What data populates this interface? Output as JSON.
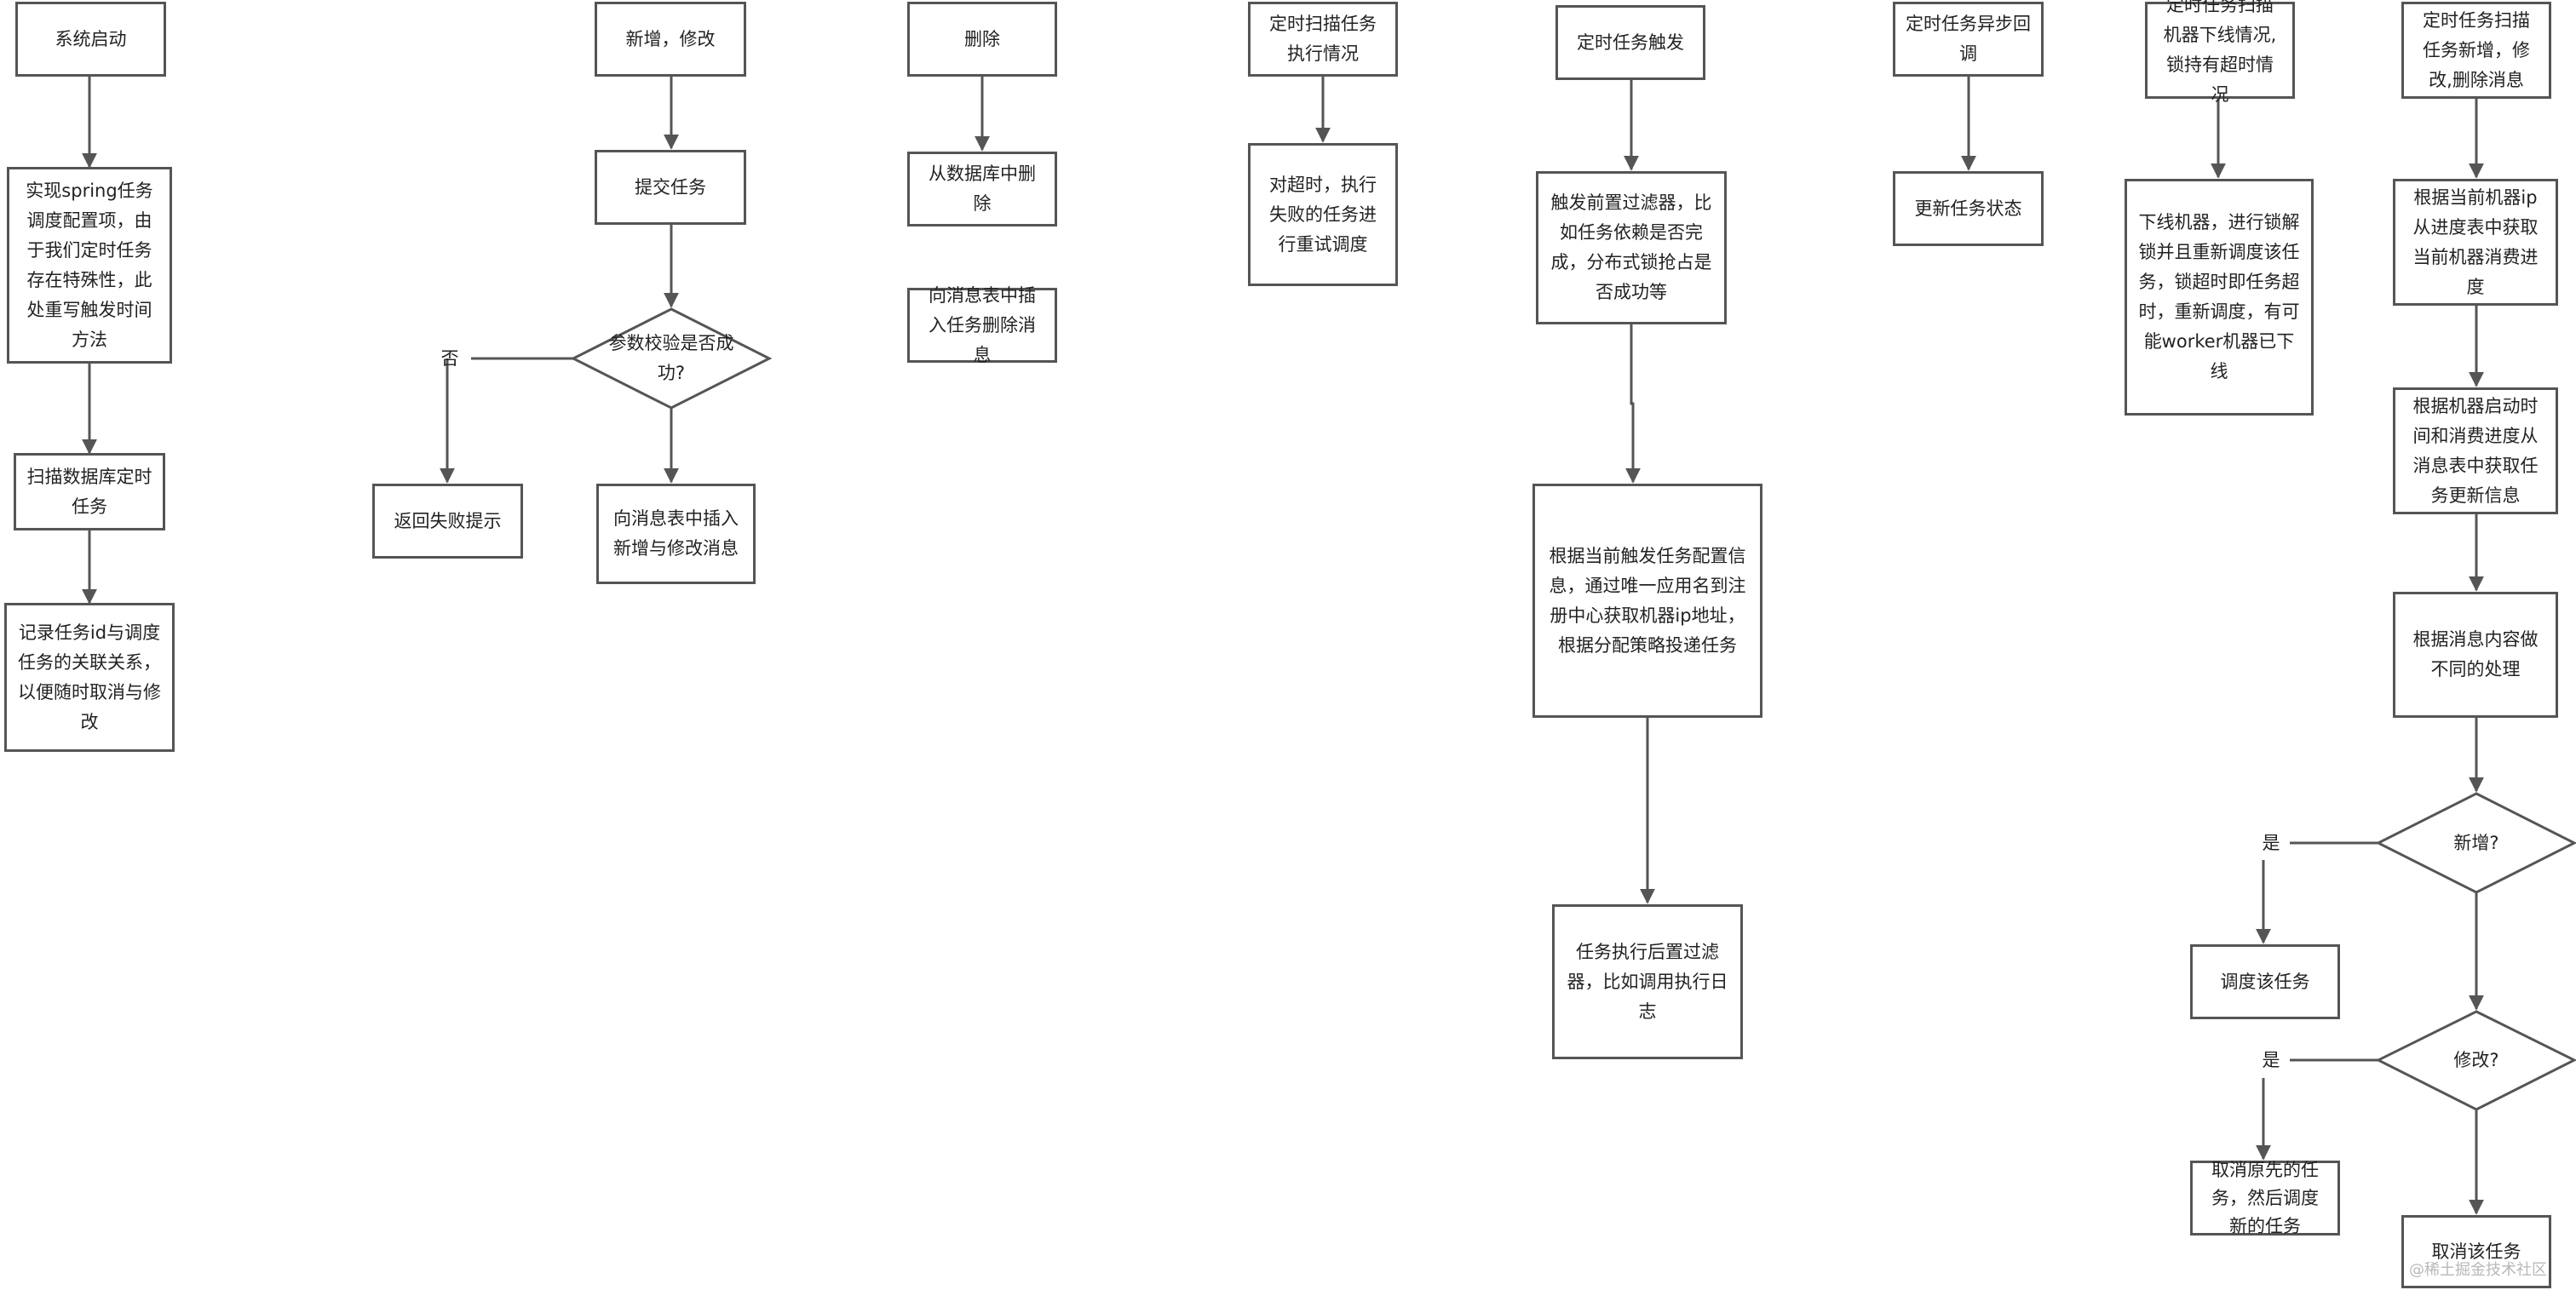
{
  "diagram": {
    "col1": {
      "start": "系统启动",
      "impl": "实现spring任务调度配置项，由于我们定时任务存在特殊性，此处重写触发时间方法",
      "scan": "扫描数据库定时任务",
      "record": "记录任务id与调度任务的关联关系，以便随时取消与修改"
    },
    "col2": {
      "start": "新增，修改",
      "submit": "提交任务",
      "check": "参数校验是否成功?",
      "no": "否",
      "fail": "返回失败提示",
      "insert": "向消息表中插入新增与修改消息"
    },
    "col3": {
      "start": "删除",
      "delete": "从数据库中删除",
      "insert": "向消息表中插入任务删除消息"
    },
    "col4": {
      "start": "定时扫描任务执行情况",
      "retry": "对超时，执行失败的任务进行重试调度"
    },
    "col5": {
      "start": "定时任务触发",
      "pre": "触发前置过滤器，比如任务依赖是否完成，分布式锁抢占是否成功等",
      "dispatch": "根据当前触发任务配置信息，通过唯一应用名到注册中心获取机器ip地址，根据分配策略投递任务",
      "post": "任务执行后置过滤器，比如调用执行日志"
    },
    "col6": {
      "start": "定时任务异步回调",
      "update": "更新任务状态"
    },
    "col7": {
      "start": "定时任务扫描机器下线情况,锁持有超时情况",
      "offline": "下线机器，进行锁解锁并且重新调度该任务，锁超时即任务超时，重新调度，有可能worker机器已下线"
    },
    "col8": {
      "start": "定时任务扫描任务新增，修改,删除消息",
      "progress": "根据当前机器ip从进度表中获取当前机器消费进度",
      "fetch": "根据机器启动时间和消费进度从消息表中获取任务更新信息",
      "handle": "根据消息内容做不同的处理",
      "isAdd": "新增?",
      "yes1": "是",
      "schedule": "调度该任务",
      "isModify": "修改?",
      "yes2": "是",
      "cancelReschedule": "取消原先的任务，然后调度新的任务",
      "cancel": "取消该任务"
    },
    "watermark": "@稀土掘金技术社区"
  },
  "colors": {
    "stroke": "#555555",
    "text": "#222222",
    "background": "#ffffff",
    "watermark": "#b8b8b8"
  }
}
